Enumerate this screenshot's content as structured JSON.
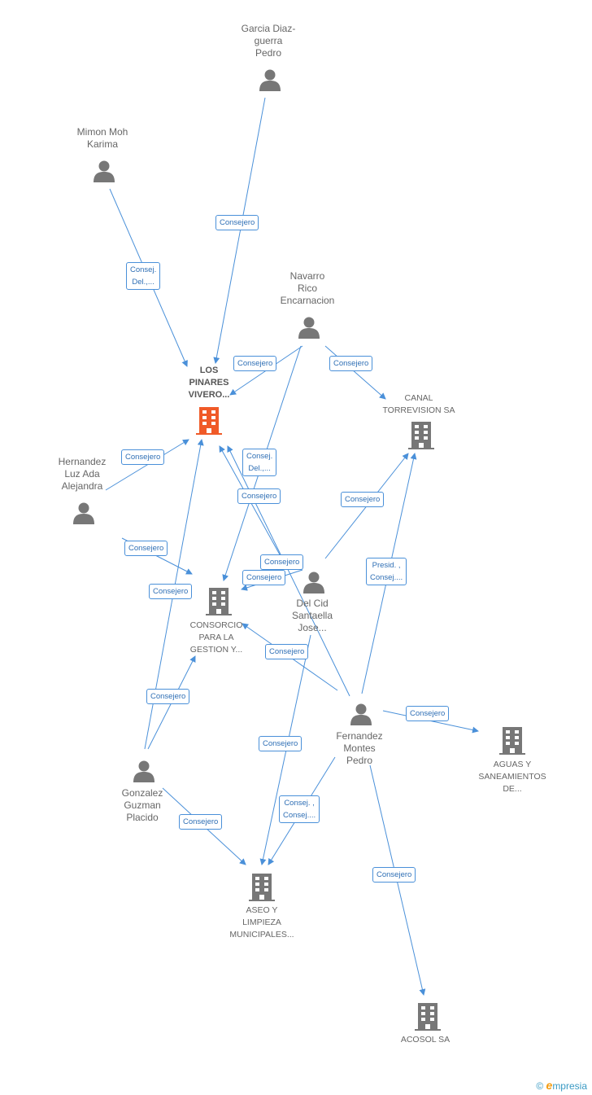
{
  "colors": {
    "edge": "#4a90d9",
    "person": "#777777",
    "company": "#777777",
    "main_company": "#f05a28"
  },
  "nodes": {
    "garcia": {
      "label": "Garcia Diaz-\nguerra\nPedro",
      "icon": "person-icon"
    },
    "mimon": {
      "label": "Mimon Moh\nKarima",
      "icon": "person-icon"
    },
    "navarro": {
      "label": "Navarro\nRico\nEncarnacion",
      "icon": "person-icon"
    },
    "los_pinares": {
      "label": "LOS\nPINARES\nVIVERO...",
      "icon": "building-icon"
    },
    "canal": {
      "label": "CANAL\nTORREVISION SA",
      "icon": "building-icon"
    },
    "hernandez": {
      "label": "Hernandez\nLuz Ada\nAlejandra",
      "icon": "person-icon"
    },
    "del_cid": {
      "label": "Del Cid\nSantaella\nJose...",
      "icon": "person-icon"
    },
    "consorcio": {
      "label": "CONSORCIO\nPARA LA\nGESTION Y...",
      "icon": "building-icon"
    },
    "fernandez": {
      "label": "Fernandez\nMontes\nPedro",
      "icon": "person-icon"
    },
    "aguas": {
      "label": "AGUAS Y\nSANEAMIENTOS\nDE...",
      "icon": "building-icon"
    },
    "gonzalez": {
      "label": "Gonzalez\nGuzman\nPlacido",
      "icon": "person-icon"
    },
    "aseo": {
      "label": "ASEO Y\nLIMPIEZA\nMUNICIPALES...",
      "icon": "building-icon"
    },
    "acosol": {
      "label": "ACOSOL SA",
      "icon": "building-icon"
    }
  },
  "edges": [
    {
      "label": "Consejero"
    },
    {
      "label": "Consej.\nDel.,..."
    },
    {
      "label": "Consejero"
    },
    {
      "label": "Consejero"
    },
    {
      "label": "Consej.\nDel.,..."
    },
    {
      "label": "Consejero"
    },
    {
      "label": "Consejero"
    },
    {
      "label": "Consejero"
    },
    {
      "label": "Consejero"
    },
    {
      "label": "Consejero"
    },
    {
      "label": "Consejero"
    },
    {
      "label": "Consejero"
    },
    {
      "label": "Presid. ,\nConsej...."
    },
    {
      "label": "Consejero"
    },
    {
      "label": "Consejero"
    },
    {
      "label": "Consej. ,\nConsej...."
    },
    {
      "label": "Consejero"
    },
    {
      "label": "Consejero"
    },
    {
      "label": "Consejero"
    }
  ],
  "brand": {
    "copyright": "©",
    "e": "e",
    "rest": "mpresia"
  }
}
